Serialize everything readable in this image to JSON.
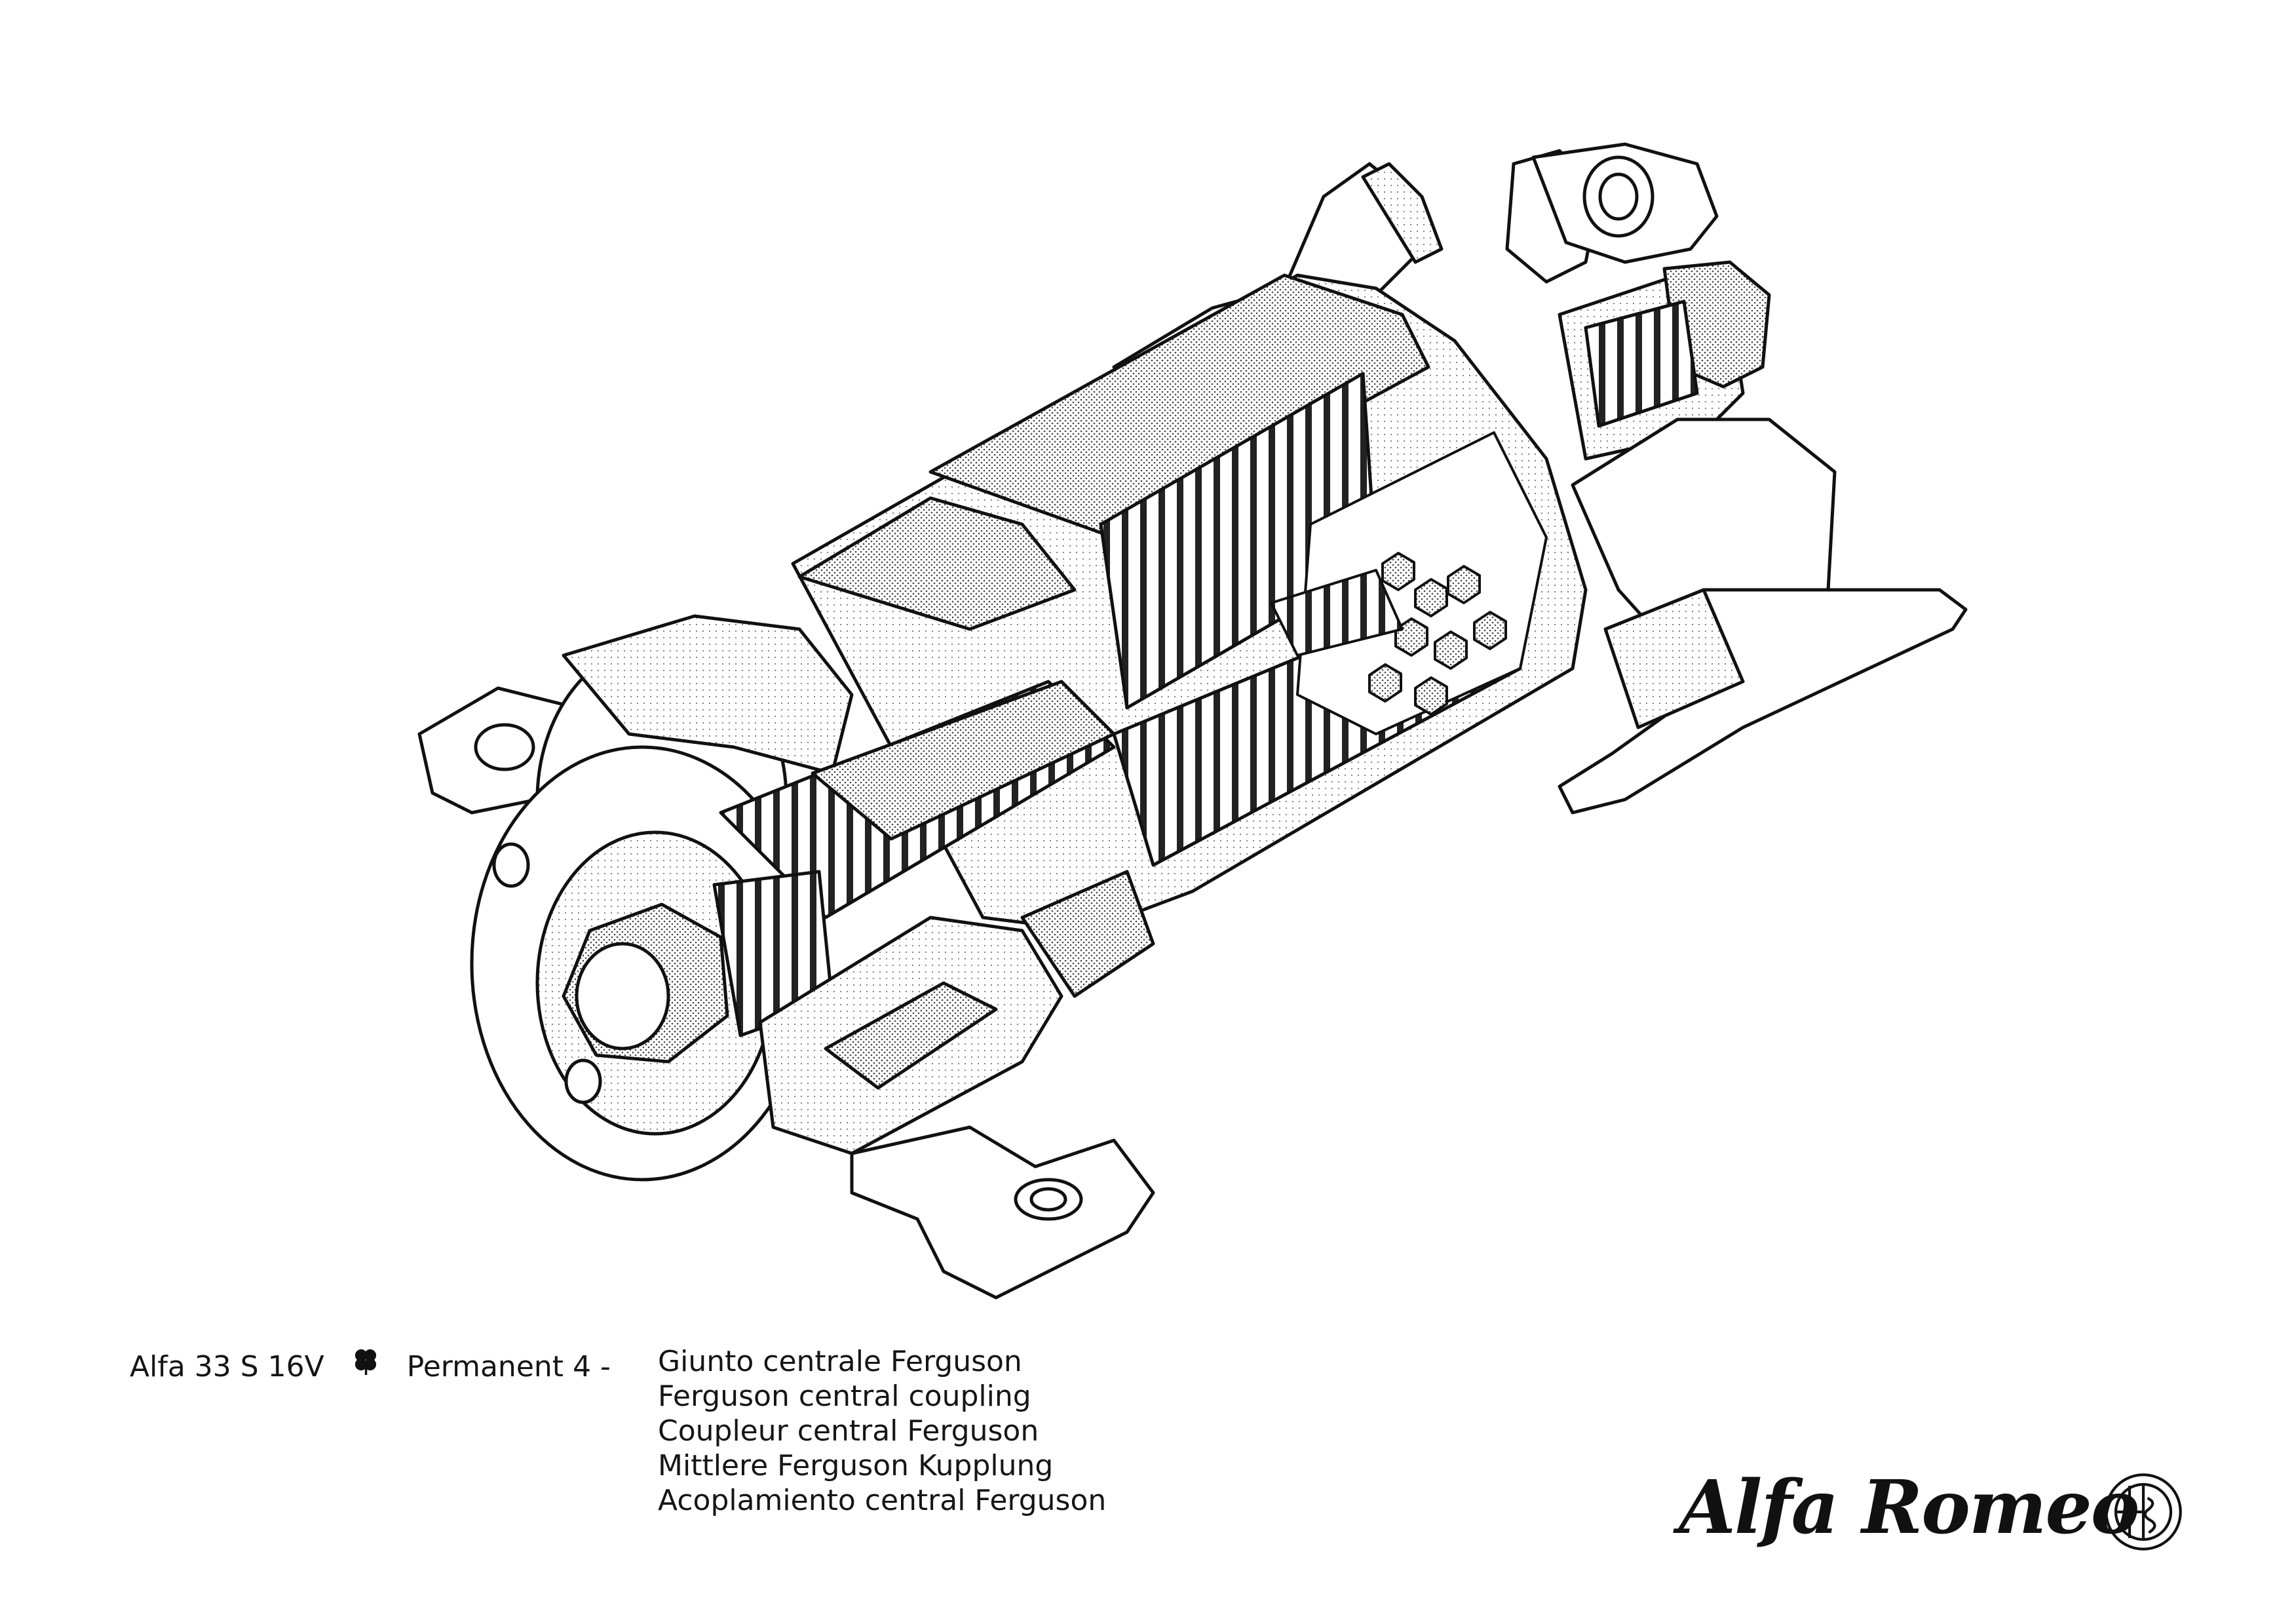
{
  "caption": {
    "model": "Alfa 33 S 16V",
    "variant": "Permanent 4 -",
    "lines": [
      "Giunto centrale Ferguson",
      "Ferguson central coupling",
      "Coupleur central Ferguson",
      "Mittlere Ferguson Kupplung",
      "Acoplamiento central Ferguson"
    ]
  },
  "brand": {
    "name": "Alfa Romeo"
  },
  "icons": {
    "clover": "four-leaf-clover-icon",
    "seal": "alfa-romeo-badge-icon"
  },
  "colors": {
    "ink": "#111111",
    "paper": "#ffffff"
  }
}
